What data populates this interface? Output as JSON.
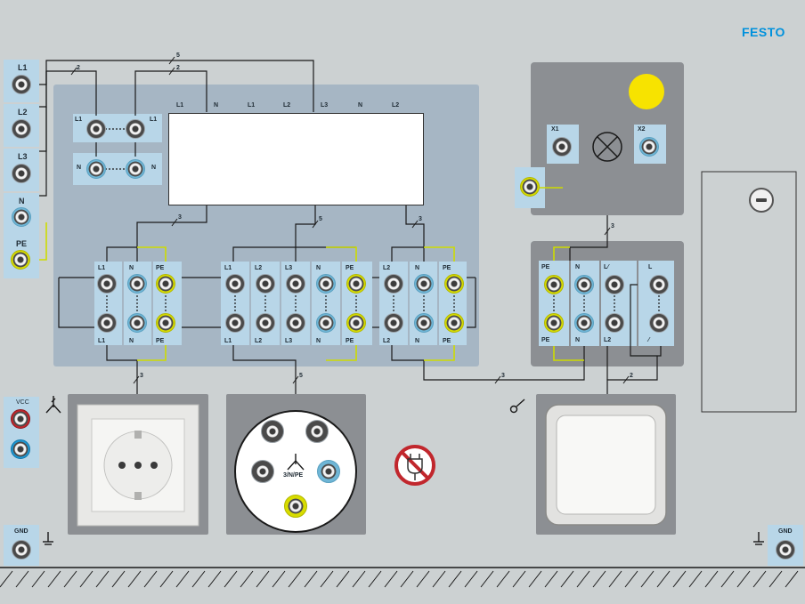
{
  "brand": "FESTO",
  "colors": {
    "background": "#ccd1d2",
    "panel": "#a6b6c4",
    "light_blue": "#b8d6e8",
    "gray_box": "#8c8f93",
    "pe_yellow": "#d8dc00",
    "red": "#c1272d",
    "blue": "#1e98d4"
  },
  "icons": [
    "bus-symbol-icon",
    "lamp-cross-icon",
    "key-switch-icon",
    "no-plug-icon",
    "earth-ground-icon",
    "button-contact-icon"
  ],
  "supply": {
    "l1": "L1",
    "l2": "L2",
    "l3": "L3",
    "n": "N",
    "pe": "PE"
  },
  "top_wire_counts": {
    "w5": "5",
    "w2a": "2",
    "w2b": "2"
  },
  "breaker": {
    "l1a": "L1",
    "l1b": "L1",
    "na": "N",
    "nb": "N"
  },
  "display_terms": [
    "L1",
    "N",
    "L1",
    "L2",
    "L3",
    "N",
    "L2"
  ],
  "mid_wire_counts": {
    "w3a": "3",
    "w5": "5",
    "w3b": "3"
  },
  "meter1": {
    "top": [
      "L1",
      "N",
      "PE"
    ],
    "bottom": [
      "L1",
      "N",
      "PE"
    ]
  },
  "meter2": {
    "top": [
      "L1",
      "L2",
      "L3",
      "N",
      "PE"
    ],
    "bottom": [
      "L1",
      "L2",
      "L3",
      "N",
      "PE"
    ]
  },
  "meter3": {
    "top": [
      "L2",
      "N",
      "PE"
    ],
    "bottom": [
      "L2",
      "N",
      "PE"
    ]
  },
  "lamp_box": {
    "x1": "X1",
    "x2": "X2"
  },
  "lamp_wire": "3",
  "switch_block": {
    "top": [
      "PE",
      "N",
      "L⁄",
      "L"
    ],
    "bottom": [
      "PE",
      "N",
      "L2",
      "⁄"
    ]
  },
  "bottom_wire_counts": {
    "socket": "3",
    "cee": "5",
    "right": "3",
    "switch": "2"
  },
  "vcc": "VCC",
  "cee": {
    "label": "3/N/PE"
  },
  "gnd_left": "GND",
  "gnd_right": "GND"
}
